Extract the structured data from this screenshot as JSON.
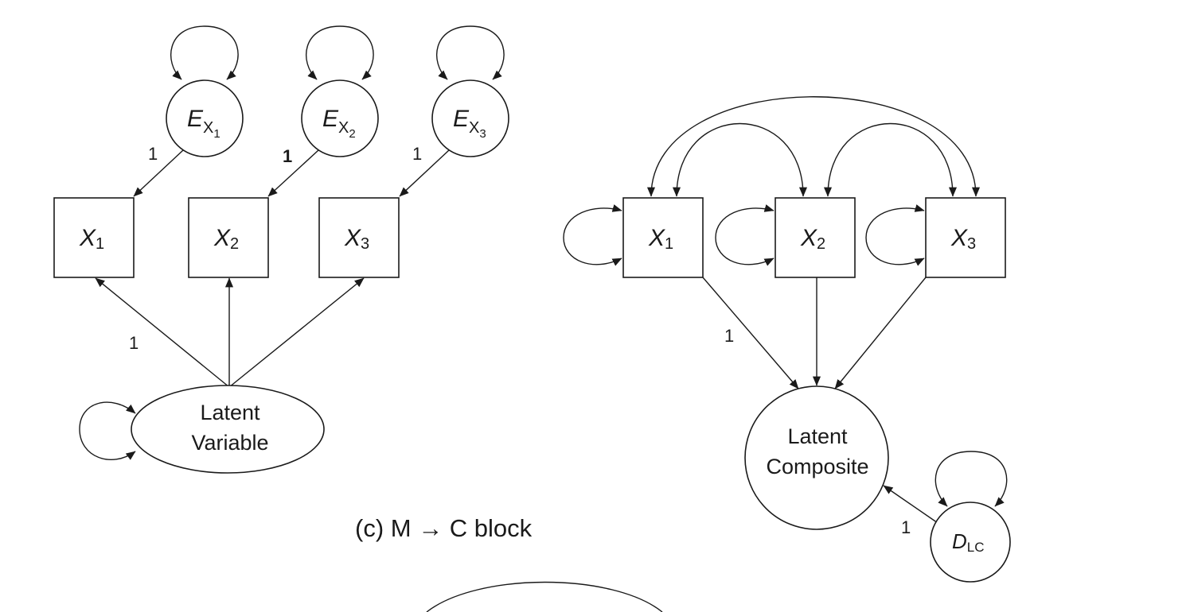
{
  "diagram_a": {
    "error_nodes": [
      {
        "main": "E",
        "sub": "X",
        "subsub": "1"
      },
      {
        "main": "E",
        "sub": "X",
        "subsub": "2"
      },
      {
        "main": "E",
        "sub": "X",
        "subsub": "3"
      }
    ],
    "indicators": [
      {
        "main": "X",
        "sub": "1"
      },
      {
        "main": "X",
        "sub": "2"
      },
      {
        "main": "X",
        "sub": "3"
      }
    ],
    "latent_label_lines": [
      "Latent",
      "Variable"
    ],
    "error_path_labels": [
      "1",
      "1",
      "1"
    ],
    "loading_label": "1"
  },
  "diagram_b": {
    "indicators": [
      {
        "main": "X",
        "sub": "1"
      },
      {
        "main": "X",
        "sub": "2"
      },
      {
        "main": "X",
        "sub": "3"
      }
    ],
    "composite_label_lines": [
      "Latent",
      "Composite"
    ],
    "disturbance": {
      "main": "D",
      "sub": "LC"
    },
    "weight_label": "1",
    "disturbance_path_label": "1"
  },
  "caption": "(c) M → C block"
}
